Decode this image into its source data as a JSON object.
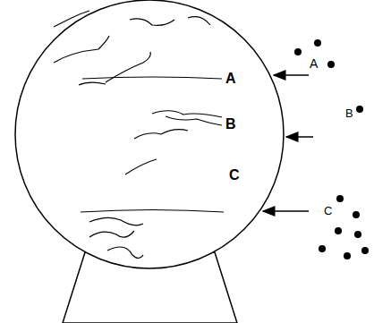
{
  "diagram": {
    "labels": [
      "A",
      "A",
      "B",
      "B",
      "C",
      "C"
    ]
  }
}
